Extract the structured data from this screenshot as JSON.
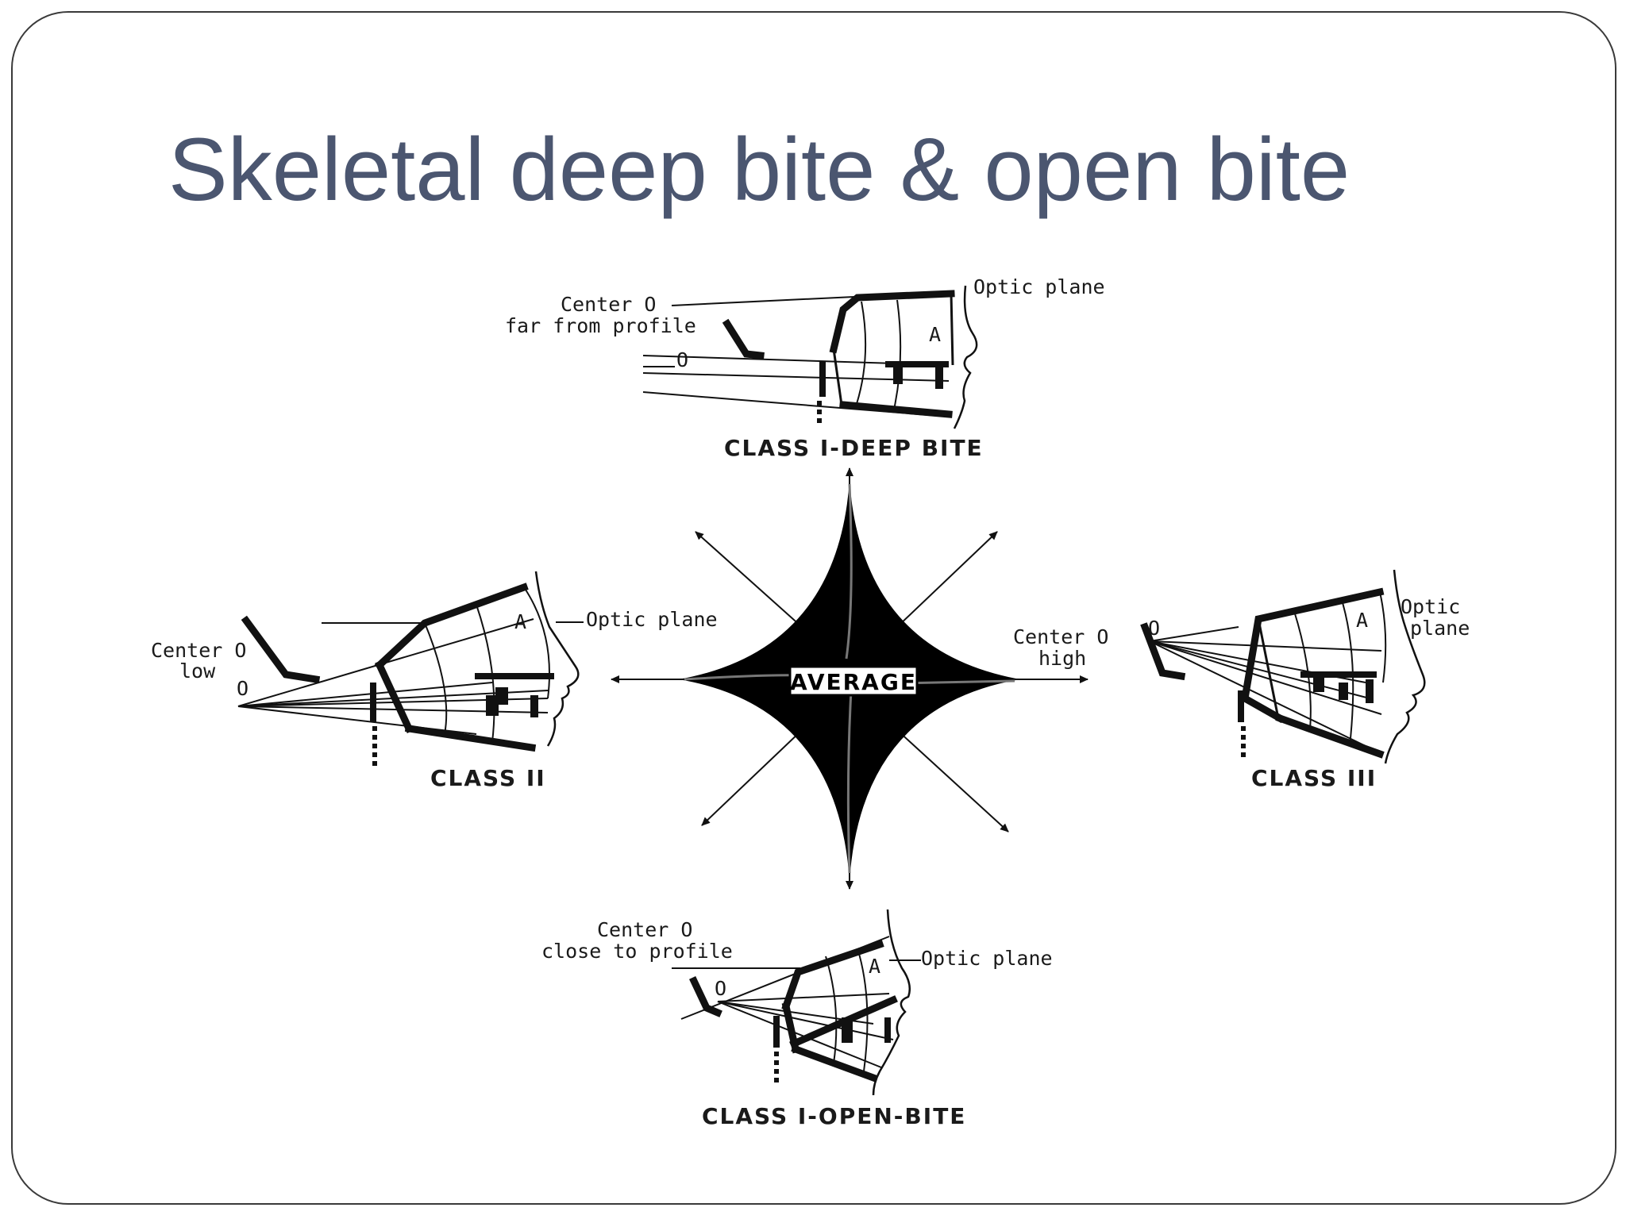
{
  "slide": {
    "title": "Skeletal deep bite & open bite"
  },
  "diagram": {
    "center": {
      "label": "AVERAGE"
    },
    "top": {
      "caption": "CLASS I-DEEP BITE",
      "center_label_line1": "Center O",
      "center_label_line2": "far from profile",
      "optic_label": "Optic plane",
      "o_label": "O",
      "eye_label": "A"
    },
    "left": {
      "caption": "CLASS II",
      "center_label_line1": "Center O",
      "center_label_line2": "low",
      "optic_label": "Optic plane",
      "o_label": "O",
      "eye_label": "A"
    },
    "right": {
      "caption": "CLASS III",
      "center_label_line1": "Center O",
      "center_label_line2": "high",
      "optic_label_line1": "Optic",
      "optic_label_line2": "plane",
      "o_label": "O",
      "eye_label": "A"
    },
    "bottom": {
      "caption": "CLASS I-OPEN-BITE",
      "center_label_line1": "Center O",
      "center_label_line2": "close to profile",
      "optic_label": "Optic plane",
      "o_label": "O",
      "eye_label": "A"
    }
  }
}
